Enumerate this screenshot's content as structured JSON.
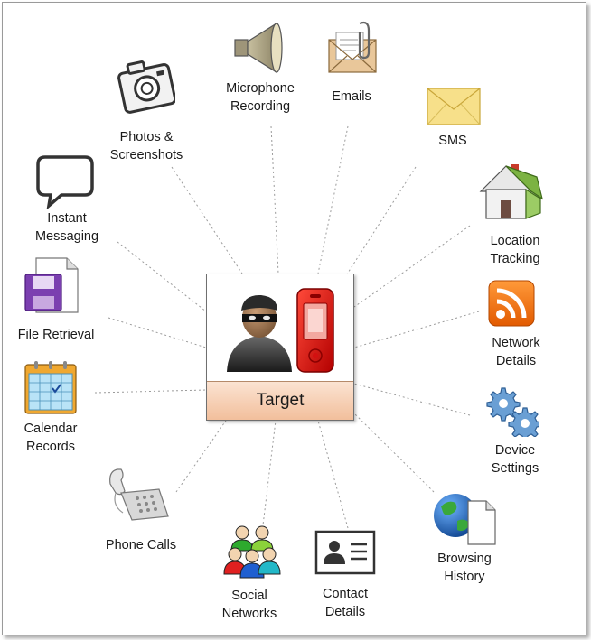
{
  "center": {
    "label": "Target"
  },
  "nodes": [
    {
      "id": "microphone",
      "label": "Microphone\nRecording",
      "icon": "speaker-icon"
    },
    {
      "id": "emails",
      "label": "Emails",
      "icon": "email-attachment-icon"
    },
    {
      "id": "sms",
      "label": "SMS",
      "icon": "envelope-icon"
    },
    {
      "id": "location",
      "label": "Location\nTracking",
      "icon": "house-icon"
    },
    {
      "id": "network",
      "label": "Network\nDetails",
      "icon": "rss-icon"
    },
    {
      "id": "device",
      "label": "Device\nSettings",
      "icon": "gears-icon"
    },
    {
      "id": "browsing",
      "label": "Browsing\nHistory",
      "icon": "globe-document-icon"
    },
    {
      "id": "contact",
      "label": "Contact\nDetails",
      "icon": "contact-card-icon"
    },
    {
      "id": "social",
      "label": "Social\nNetworks",
      "icon": "people-icon"
    },
    {
      "id": "phone",
      "label": "Phone Calls",
      "icon": "telephone-icon"
    },
    {
      "id": "calendar",
      "label": "Calendar\nRecords",
      "icon": "calendar-icon"
    },
    {
      "id": "file",
      "label": "File Retrieval",
      "icon": "floppy-document-icon"
    },
    {
      "id": "im",
      "label": "Instant\nMessaging",
      "icon": "speech-bubble-icon"
    },
    {
      "id": "photos",
      "label": "Photos &\nScreenshots",
      "icon": "camera-icon"
    }
  ],
  "colors": {
    "line": "#9b9b9b",
    "target_fill": "#f5c9aa",
    "phone": "#e11a1a"
  }
}
